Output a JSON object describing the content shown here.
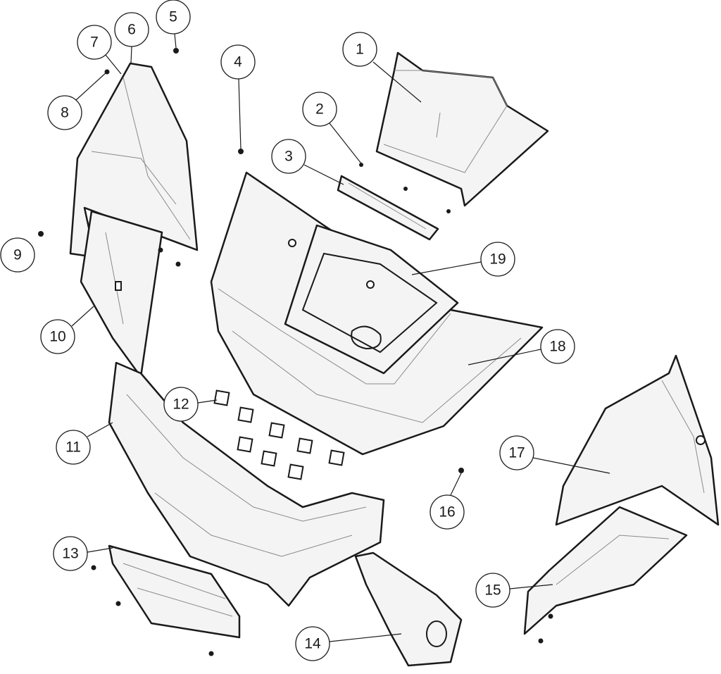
{
  "diagram": {
    "type": "exploded-parts-view",
    "callouts": [
      {
        "label": "1"
      },
      {
        "label": "2"
      },
      {
        "label": "3"
      },
      {
        "label": "4"
      },
      {
        "label": "5"
      },
      {
        "label": "6"
      },
      {
        "label": "7"
      },
      {
        "label": "8"
      },
      {
        "label": "9"
      },
      {
        "label": "10"
      },
      {
        "label": "11"
      },
      {
        "label": "12"
      },
      {
        "label": "13"
      },
      {
        "label": "14"
      },
      {
        "label": "15"
      },
      {
        "label": "16"
      },
      {
        "label": "17"
      },
      {
        "label": "18"
      },
      {
        "label": "19"
      }
    ]
  }
}
